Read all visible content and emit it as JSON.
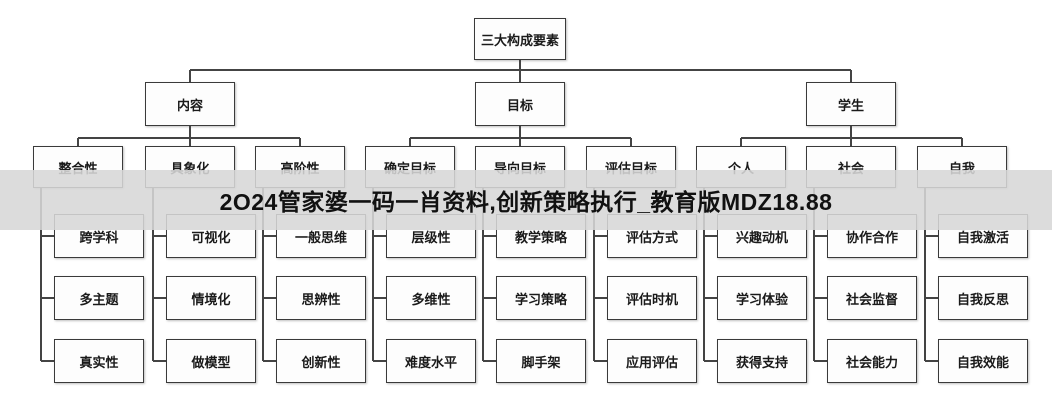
{
  "diagram": {
    "root": "三大构成要素",
    "groups": [
      {
        "label": "内容",
        "children": [
          {
            "label": "整合性",
            "items": [
              "跨学科",
              "多主题",
              "真实性"
            ]
          },
          {
            "label": "具象化",
            "items": [
              "可视化",
              "情境化",
              "做模型"
            ]
          },
          {
            "label": "高阶性",
            "items": [
              "一般思维",
              "思辨性",
              "创新性"
            ]
          }
        ]
      },
      {
        "label": "目标",
        "children": [
          {
            "label": "确定目标",
            "items": [
              "层级性",
              "多维性",
              "难度水平"
            ]
          },
          {
            "label": "导向目标",
            "items": [
              "教学策略",
              "学习策略",
              "脚手架"
            ]
          },
          {
            "label": "评估目标",
            "items": [
              "评估方式",
              "评估时机",
              "应用评估"
            ]
          }
        ]
      },
      {
        "label": "学生",
        "children": [
          {
            "label": "个人",
            "items": [
              "兴趣动机",
              "学习体验",
              "获得支持"
            ]
          },
          {
            "label": "社会",
            "items": [
              "协作合作",
              "社会监督",
              "社会能力"
            ]
          },
          {
            "label": "自我",
            "items": [
              "自我激活",
              "自我反思",
              "自我效能"
            ]
          }
        ]
      }
    ]
  },
  "banner": {
    "title": "2O24管家婆一码一肖资料,创新策略执行_教育版MDZ18.88"
  }
}
